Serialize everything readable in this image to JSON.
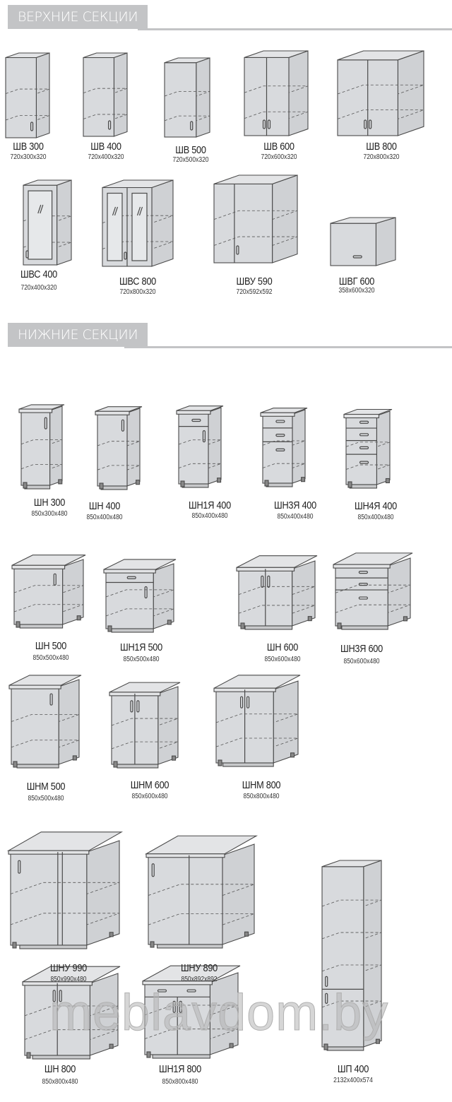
{
  "sections": [
    {
      "title": "ВЕРХНИЕ СЕКЦИИ"
    },
    {
      "title": "НИЖНИЕ СЕКЦИИ"
    }
  ],
  "items": [
    {
      "code": "ШВ 300",
      "dims": "720x300x320",
      "icon": "upper-cabinet-1-door"
    },
    {
      "code": "ШВ 400",
      "dims": "720x400x320",
      "icon": "upper-cabinet-1-door"
    },
    {
      "code": "ШВ 500",
      "dims": "720x500x320",
      "icon": "upper-cabinet-1-door"
    },
    {
      "code": "ШВ 600",
      "dims": "720x600x320",
      "icon": "upper-cabinet-2-door"
    },
    {
      "code": "ШВ 800",
      "dims": "720x800x320",
      "icon": "upper-cabinet-2-door"
    },
    {
      "code": "ШВС 400",
      "dims": "720x400x320",
      "icon": "upper-glass-cabinet-1-door"
    },
    {
      "code": "ШВС 800",
      "dims": "720x800x320",
      "icon": "upper-glass-cabinet-2-door"
    },
    {
      "code": "ШВУ 590",
      "dims": "720x592x592",
      "icon": "upper-corner-cabinet"
    },
    {
      "code": "ШВГ 600",
      "dims": "358x600x320",
      "icon": "upper-flap-cabinet"
    },
    {
      "code": "ШН 300",
      "dims": "850x300x480",
      "icon": "base-cabinet-1-door"
    },
    {
      "code": "ШН 400",
      "dims": "850x400x480",
      "icon": "base-cabinet-1-door"
    },
    {
      "code": "ШН1Я 400",
      "dims": "850x400x480",
      "icon": "base-cabinet-drawer-door"
    },
    {
      "code": "ШН3Я 400",
      "dims": "850x400x480",
      "icon": "base-cabinet-3-drawers"
    },
    {
      "code": "ШН4Я 400",
      "dims": "850x400x480",
      "icon": "base-cabinet-4-drawers"
    },
    {
      "code": "ШН 500",
      "dims": "850x500x480",
      "icon": "base-cabinet-1-door"
    },
    {
      "code": "ШН1Я 500",
      "dims": "850x500x480",
      "icon": "base-cabinet-drawer-door"
    },
    {
      "code": "ШН 600",
      "dims": "850x600x480",
      "icon": "base-cabinet-2-door"
    },
    {
      "code": "ШН3Я 600",
      "dims": "850x600x480",
      "icon": "base-cabinet-3-drawers"
    },
    {
      "code": "ШНМ 500",
      "dims": "850x500x480",
      "icon": "sink-cabinet-1-door"
    },
    {
      "code": "ШНМ 600",
      "dims": "850x600x480",
      "icon": "sink-cabinet-2-door"
    },
    {
      "code": "ШНМ 800",
      "dims": "850x800x480",
      "icon": "sink-cabinet-2-door"
    },
    {
      "code": "ШНУ 990",
      "dims": "850x990x480",
      "icon": "base-corner-cabinet-straight"
    },
    {
      "code": "ШНУ 890",
      "dims": "850x892x892",
      "icon": "base-corner-cabinet-angled"
    },
    {
      "code": "ШН 800",
      "dims": "850x800x480",
      "icon": "base-cabinet-2-door"
    },
    {
      "code": "ШН1Я 800",
      "dims": "850x800x480",
      "icon": "base-cabinet-2-drawer-2-door"
    },
    {
      "code": "ШП 400",
      "dims": "2132x400x574",
      "icon": "tall-cabinet"
    }
  ],
  "watermark": "meblavdom.by"
}
